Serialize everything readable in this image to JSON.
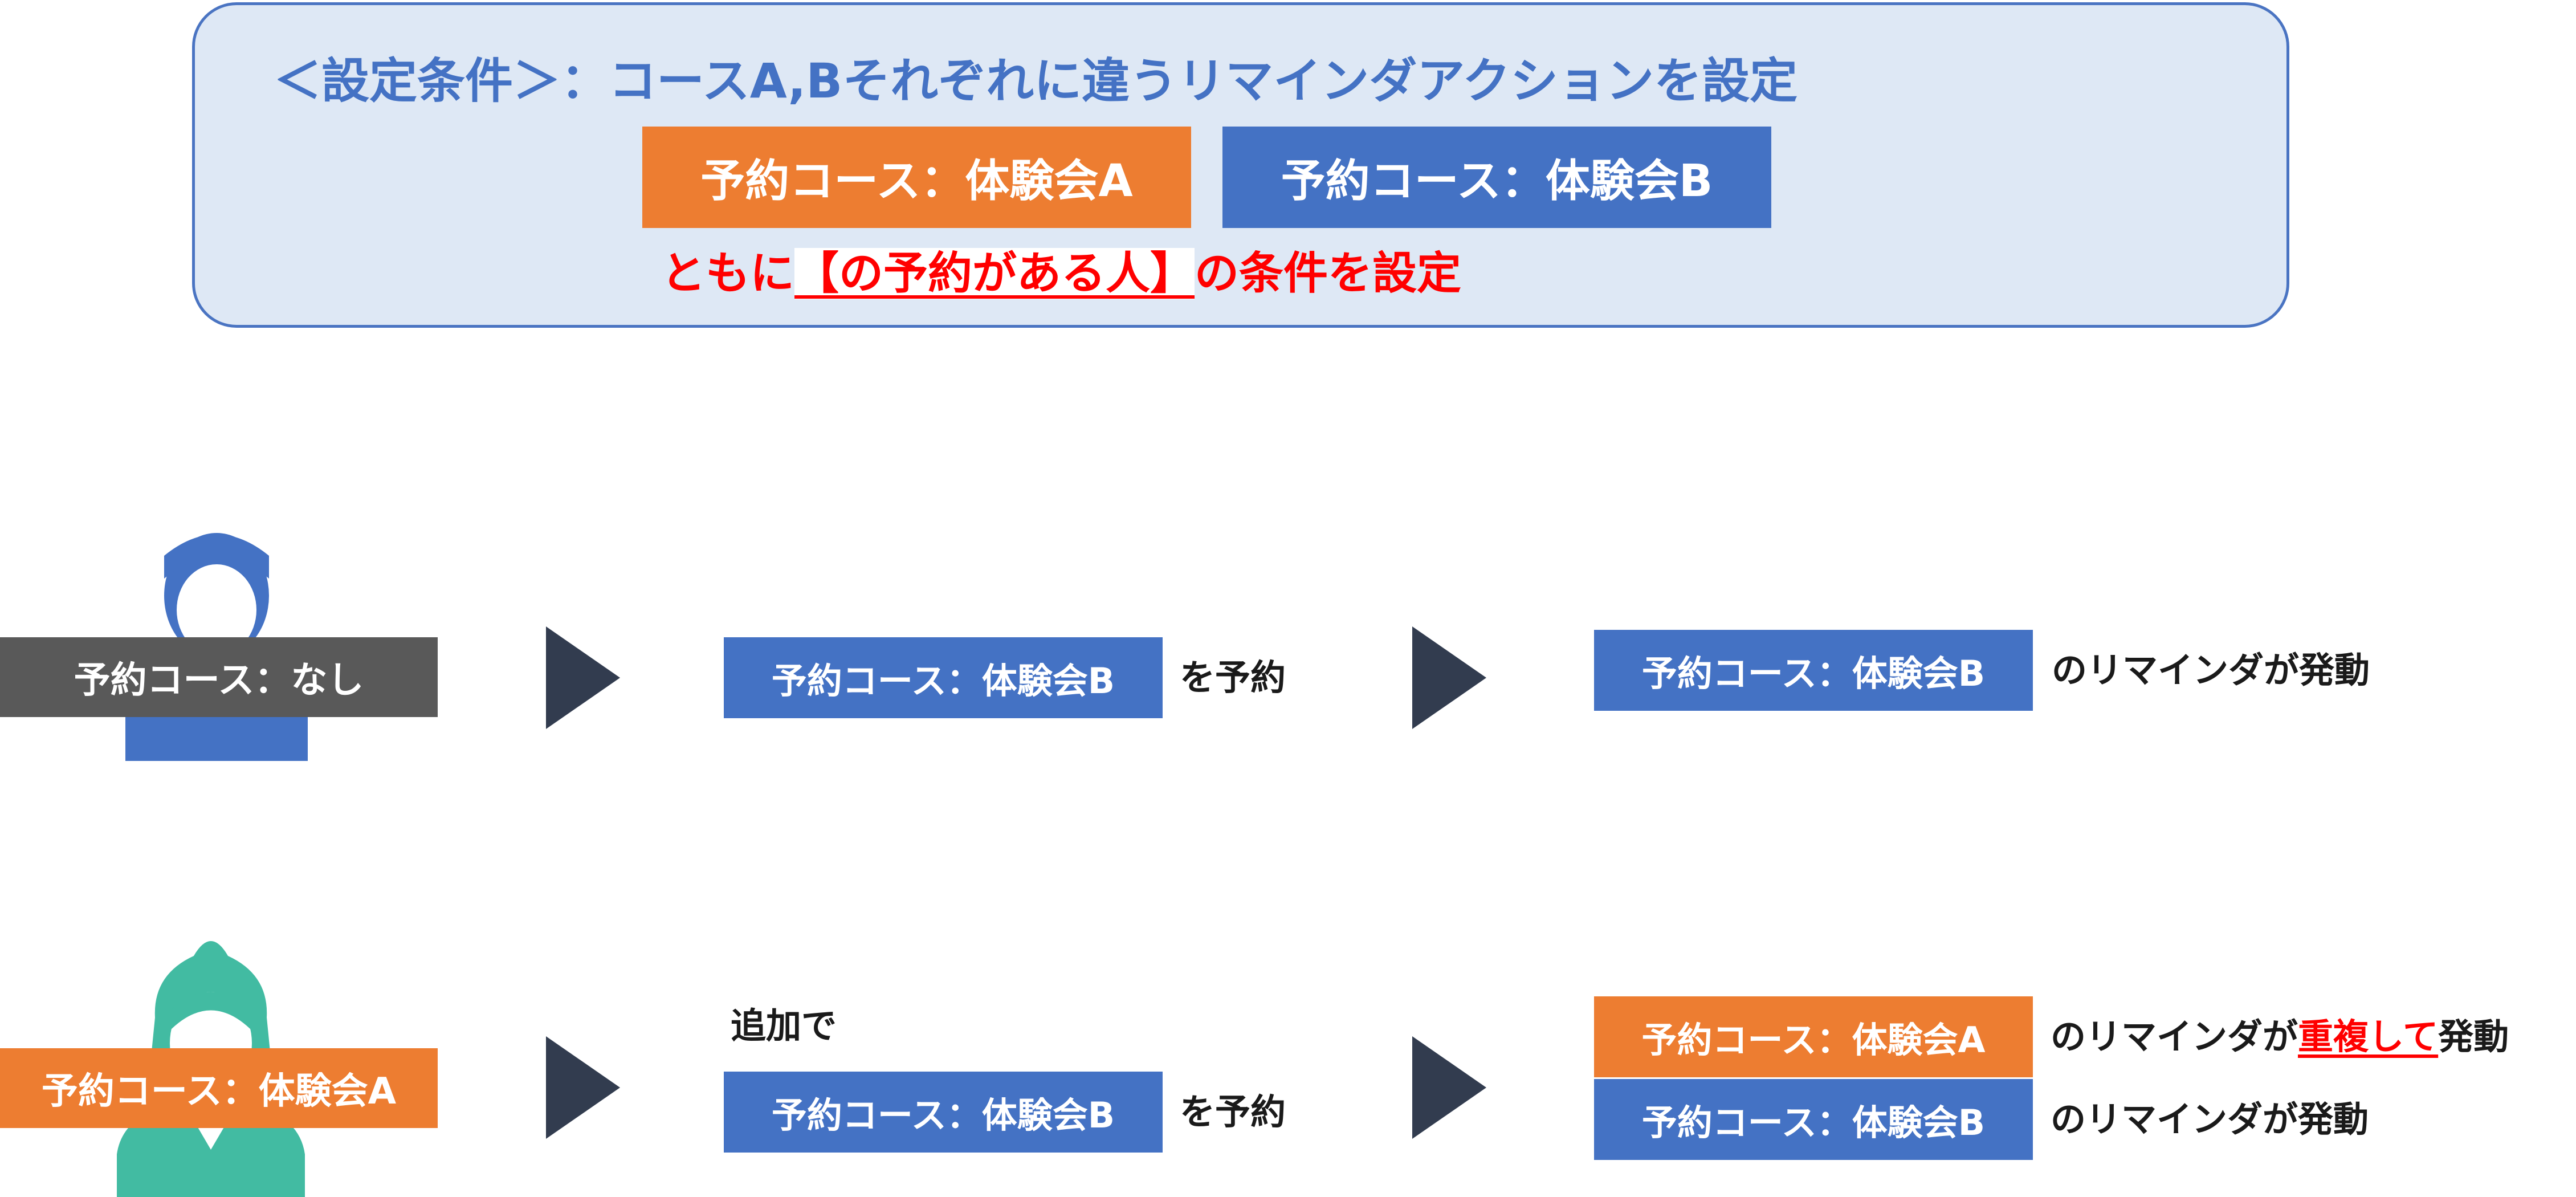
{
  "header": {
    "title": "＜設定条件＞：コースA,Bそれぞれに違うリマインダアクションを設定",
    "course_a": "予約コース：体験会A",
    "course_b": "予約コース：体験会B",
    "note_before": "ともに",
    "note_highlight": "【の予約がある人】",
    "note_after": "の条件を設定"
  },
  "row1": {
    "person_tag": "予約コース：なし",
    "booking_tag": "予約コース：体験会B",
    "booking_suffix": "を予約",
    "result_tag": "予約コース：体験会B",
    "result_suffix": "のリマインダが発動"
  },
  "row2": {
    "person_tag": "予約コース：体験会A",
    "added_label": "追加で",
    "booking_tag": "予約コース：体験会B",
    "booking_suffix": "を予約",
    "result_a_tag": "予約コース：体験会A",
    "result_a_prefix": "のリマインダが",
    "result_a_emphasis": "重複して",
    "result_a_suffix": "発動",
    "result_b_tag": "予約コース：体験会B",
    "result_b_suffix": "のリマインダが発動"
  },
  "colors": {
    "course_a": "#ed7d31",
    "course_b": "#4472c4",
    "no_course": "#595959",
    "panel_fill": "#dee8f5",
    "emphasis": "#ff0000",
    "arrow": "#323c4f",
    "male_icon": "#4472c4",
    "female_icon": "#42bba2"
  }
}
